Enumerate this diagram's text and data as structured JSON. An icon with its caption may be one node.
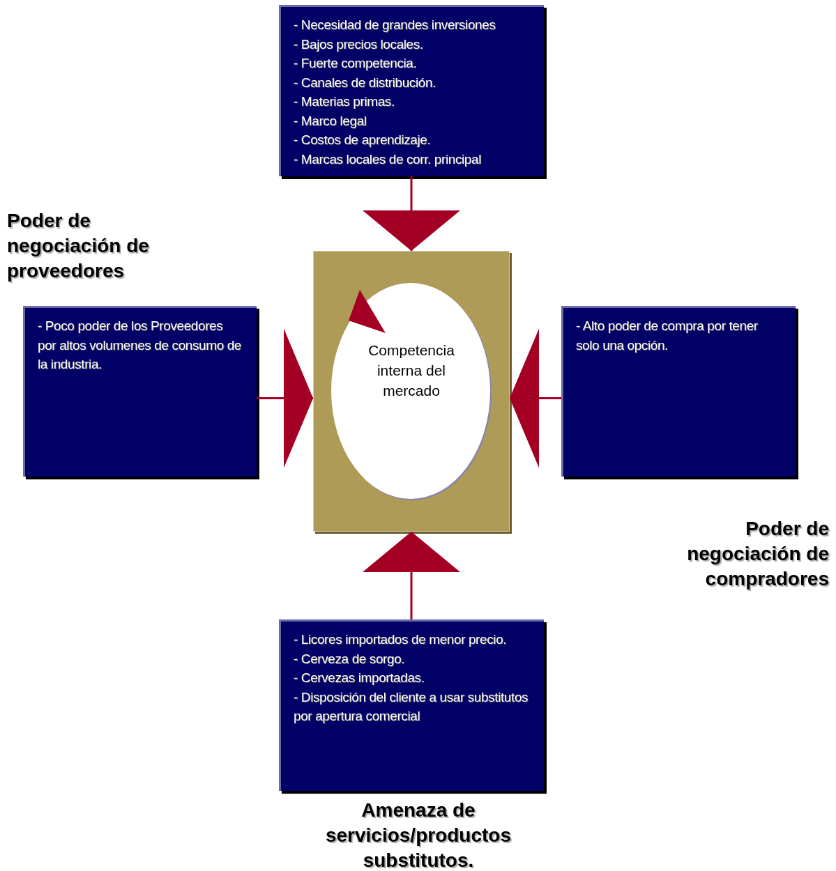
{
  "diagram": {
    "nodes": [
      {
        "text": [
          "- Necesidad de grandes inversiones",
          "- Bajos precios locales.",
          "- Fuerte competencia.",
          "- Canales de distribución.",
          "- Materias primas.",
          "- Marco legal",
          "- Costos de aprendizaje.",
          "- Marcas locales de corr. principal"
        ]
      },
      {
        "text": [
          "- Poco poder de los Proveedores por altos volumenes de consumo de la industria."
        ],
        "beside": [
          "Poder de negociación de proveedores"
        ]
      },
      {
        "text": [],
        "shape": "box"
      },
      {
        "text": [
          "Competencia interna del mercado"
        ],
        "in": 2
      },
      {
        "text": [
          "- Alto poder de compra por tener solo una opción."
        ],
        "beside": [
          "Poder de negociación de compradores"
        ]
      },
      {
        "text": [
          "- Licores importados de menor precio.",
          "- Cerveza de sorgo.",
          "- Cervezas importadas.",
          "- Disposición del cliente a usar substitutos por apertura comercial"
        ],
        "beside": [
          "Amenaza de servicios/productos substitutos."
        ]
      }
    ],
    "edges": [
      {
        "from": 0,
        "to": 2,
        "arrow": "to"
      },
      {
        "from": 1,
        "to": 2,
        "arrow": "to"
      },
      {
        "from": 4,
        "to": 2,
        "arrow": "to"
      },
      {
        "from": 5,
        "to": 2,
        "arrow": "to"
      }
    ]
  }
}
